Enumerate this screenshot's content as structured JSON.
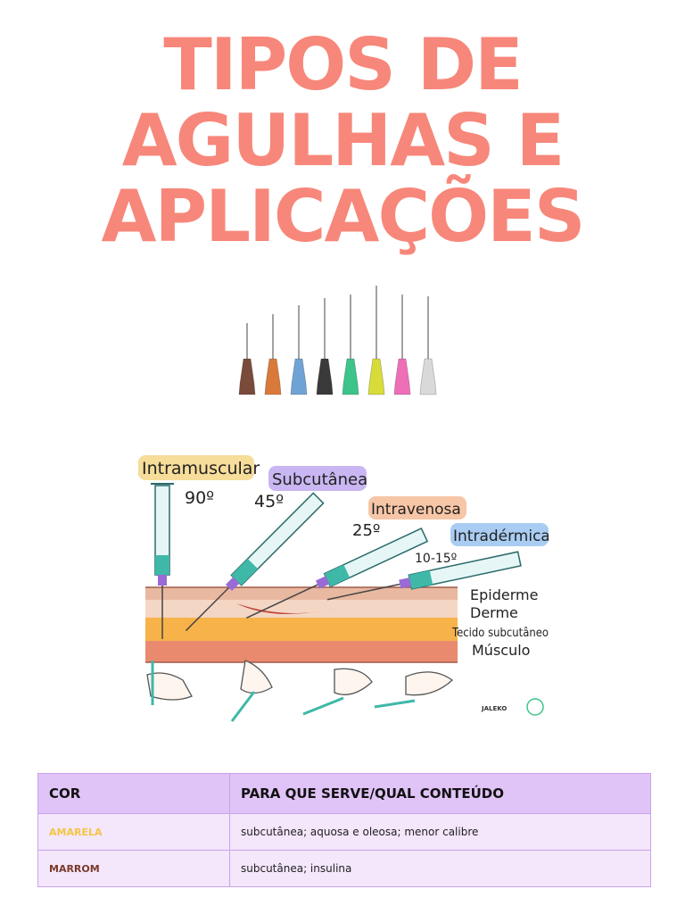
{
  "title": {
    "line1": "TIPOS DE",
    "line2": "AGULHAS E",
    "line3": "APLICAÇÕES",
    "color": "#f7877a"
  },
  "needles": {
    "hub_colors": [
      "#7a4a3a",
      "#d97a3a",
      "#6fa3d6",
      "#3a3a3a",
      "#3cc48a",
      "#d8dc3a",
      "#ee6fb8",
      "#d9d9d9"
    ]
  },
  "diagram": {
    "labels": {
      "intramuscular": "Intramuscular",
      "subcutanea": "Subcutânea",
      "intravenosa": "Intravenosa",
      "intradermica": "Intradérmica",
      "angle_im": "90º",
      "angle_sc": "45º",
      "angle_iv": "25º",
      "angle_id": "10-15º",
      "epiderme": "Epiderme",
      "derme": "Derme",
      "tecido": "Tecido subcutâneo",
      "musculo": "Músculo",
      "logo": "JALEKO"
    },
    "label_colors": {
      "intramuscular": "#f7dd9a",
      "subcutanea": "#c9b6f2",
      "intravenosa": "#f7c6a6",
      "intradermica": "#a9cdf2"
    }
  },
  "table": {
    "headers": [
      "COR",
      "PARA QUE SERVE/QUAL CONTEÚDO"
    ],
    "rows": [
      {
        "color_name": "AMARELA",
        "color_hex": "#f5c542",
        "use": "subcutânea; aquosa e oleosa; menor calibre"
      },
      {
        "color_name": "MARROM",
        "color_hex": "#7a3a2a",
        "use": "subcutânea; insulina"
      }
    ]
  }
}
